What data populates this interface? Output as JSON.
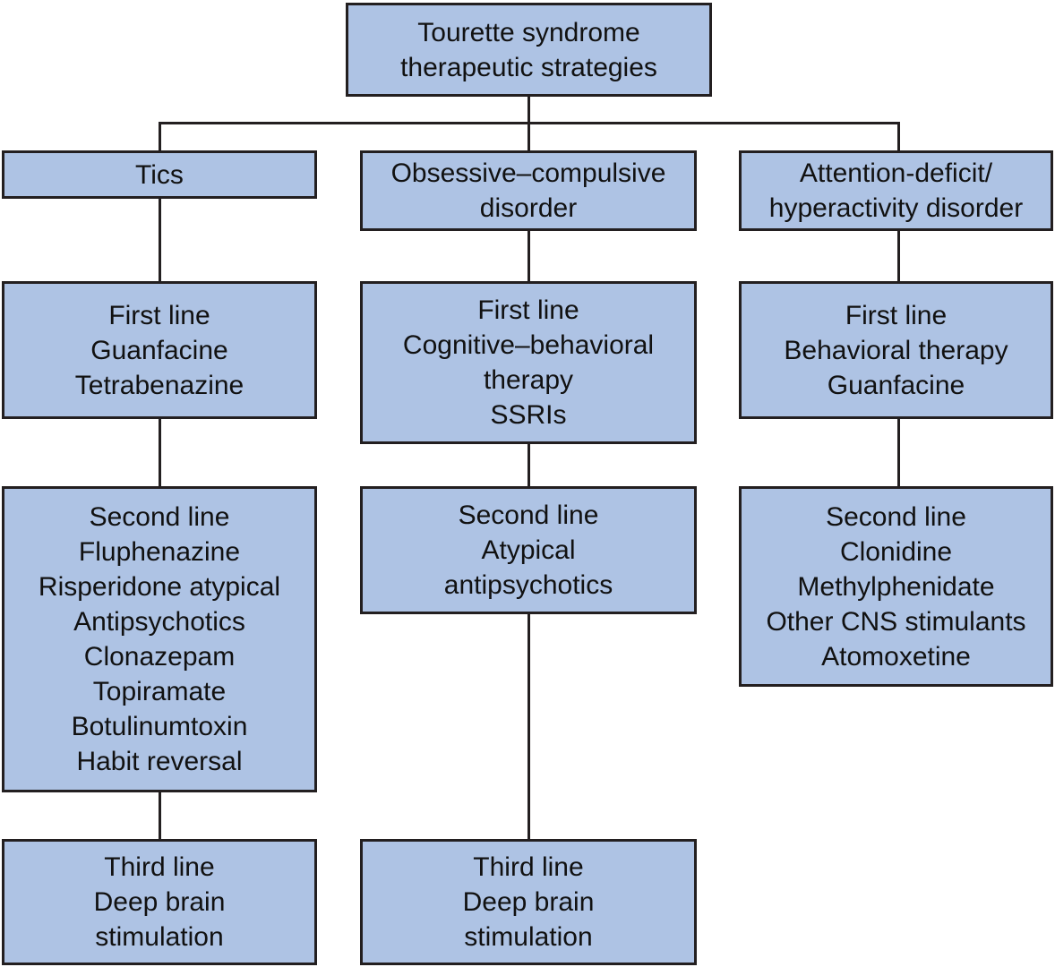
{
  "diagram": {
    "title": "Tourette syndrome therapeutic strategies",
    "type": "flowchart",
    "colors": {
      "node_fill": "#aec3e4",
      "node_border": "#231f20",
      "connector": "#231f20",
      "background": "#ffffff",
      "text": "#111111"
    },
    "root": {
      "label": "Tourette syndrome\ntherapeutic strategies"
    },
    "branches": [
      {
        "id": "tics",
        "header": "Tics",
        "levels": [
          {
            "id": "tics-first-line",
            "label": "First line\nGuanfacine\nTetrabenazine",
            "tier": "First line",
            "treatments": [
              "Guanfacine",
              "Tetrabenazine"
            ]
          },
          {
            "id": "tics-second-line",
            "label": "Second line\nFluphenazine\nRisperidone atypical\nAntipsychotics\nClonazepam\nTopiramate\nBotulinumtoxin\nHabit reversal",
            "tier": "Second line",
            "treatments": [
              "Fluphenazine",
              "Risperidone atypical",
              "Antipsychotics",
              "Clonazepam",
              "Topiramate",
              "Botulinumtoxin",
              "Habit reversal"
            ]
          },
          {
            "id": "tics-third-line",
            "label": "Third line\nDeep brain\nstimulation",
            "tier": "Third line",
            "treatments": [
              "Deep brain stimulation"
            ]
          }
        ]
      },
      {
        "id": "ocd",
        "header": "Obsessive–compulsive\ndisorder",
        "levels": [
          {
            "id": "ocd-first-line",
            "label": "First line\nCognitive–behavioral\ntherapy\nSSRIs",
            "tier": "First line",
            "treatments": [
              "Cognitive–behavioral therapy",
              "SSRIs"
            ]
          },
          {
            "id": "ocd-second-line",
            "label": "Second line\nAtypical\nantipsychotics",
            "tier": "Second line",
            "treatments": [
              "Atypical antipsychotics"
            ]
          },
          {
            "id": "ocd-third-line",
            "label": "Third line\nDeep brain\nstimulation",
            "tier": "Third line",
            "treatments": [
              "Deep brain stimulation"
            ]
          }
        ]
      },
      {
        "id": "adhd",
        "header": "Attention-deficit/\nhyperactivity disorder",
        "levels": [
          {
            "id": "adhd-first-line",
            "label": "First line\nBehavioral therapy\nGuanfacine",
            "tier": "First line",
            "treatments": [
              "Behavioral therapy",
              "Guanfacine"
            ]
          },
          {
            "id": "adhd-second-line",
            "label": "Second line\nClonidine\nMethylphenidate\nOther CNS stimulants\nAtomoxetine",
            "tier": "Second line",
            "treatments": [
              "Clonidine",
              "Methylphenidate",
              "Other CNS stimulants",
              "Atomoxetine"
            ]
          }
        ]
      }
    ]
  }
}
